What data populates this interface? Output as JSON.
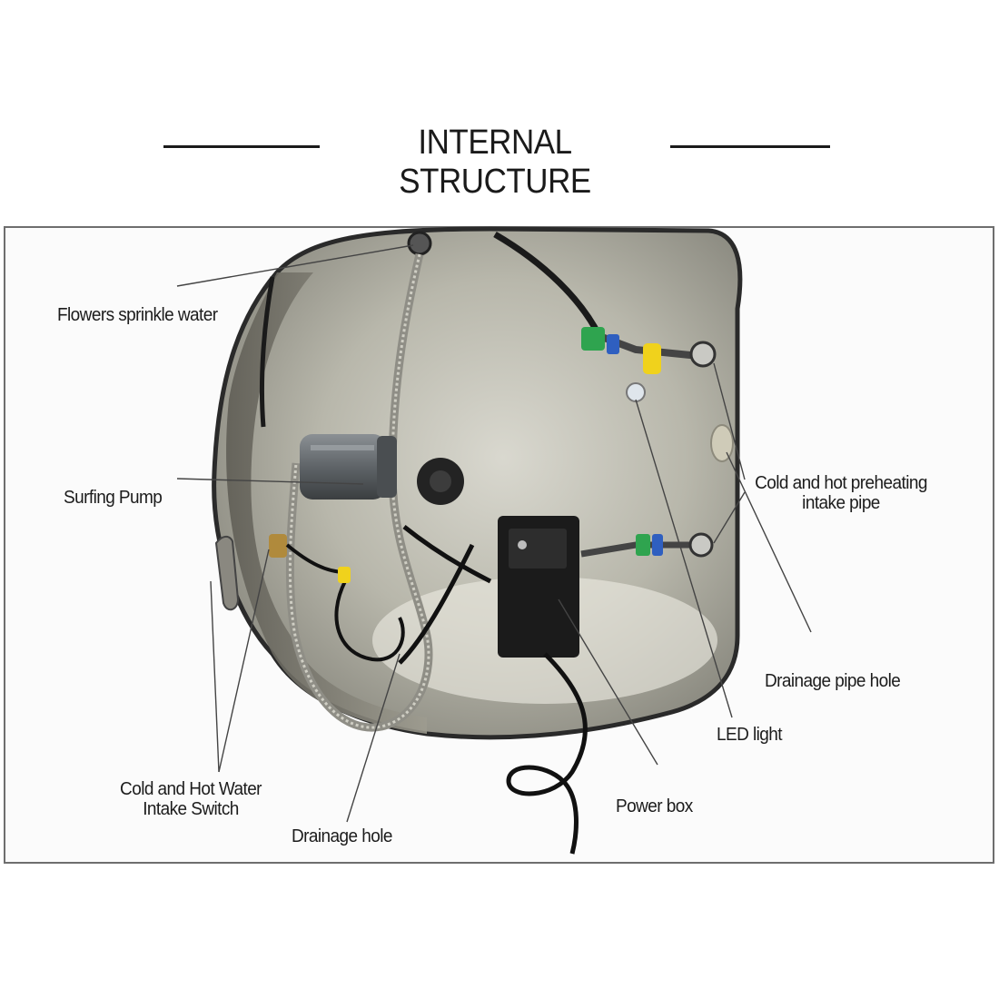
{
  "title": "INTERNAL STRUCTURE",
  "labels": {
    "flowers_sprinkle_water": "Flowers sprinkle water",
    "surfing_pump": "Surfing Pump",
    "cold_hot_preheating_line1": "Cold and hot preheating",
    "cold_hot_preheating_line2": "intake pipe",
    "drainage_pipe_hole": "Drainage pipe hole",
    "led_light": "LED light",
    "power_box": "Power box",
    "cold_hot_switch_line1": "Cold and Hot Water",
    "cold_hot_switch_line2": "Intake Switch",
    "drainage_hole": "Drainage hole"
  },
  "colors": {
    "basin_steel": "#b9b8ad",
    "basin_rim": "#2e2e2e",
    "pump_gray": "#5f6468",
    "power_box": "#1b1b1b",
    "fitting_green": "#2fa44f",
    "fitting_blue": "#2f5fc0",
    "fitting_yellow": "#f0d21c"
  }
}
